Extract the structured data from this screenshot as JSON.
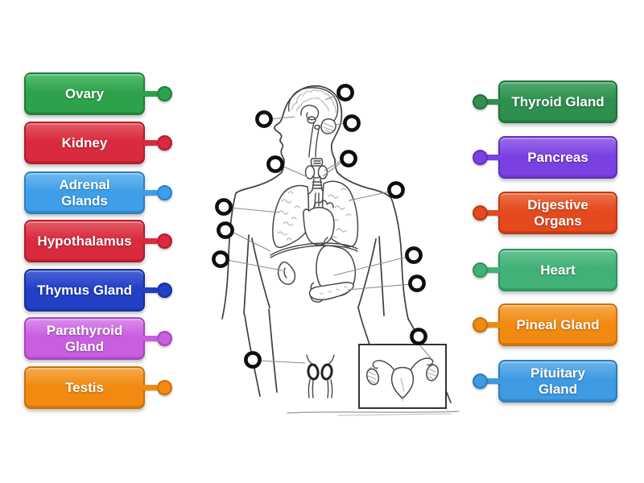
{
  "page": {
    "background": "#ffffff"
  },
  "labels": {
    "left": [
      {
        "text": "Ovary",
        "base": "#2EA24B",
        "light": "#55BE70",
        "dark": "#1E7F3B"
      },
      {
        "text": "Kidney",
        "base": "#D92A3E",
        "light": "#E25B63",
        "dark": "#B21D30"
      },
      {
        "text": "Adrenal\nGlands",
        "base": "#3E9FE8",
        "light": "#6FB9F0",
        "dark": "#2C7FC6"
      },
      {
        "text": "Hypothalamus",
        "base": "#D92A3E",
        "light": "#E25B63",
        "dark": "#B21D30"
      },
      {
        "text": "Thymus Gland",
        "base": "#2140C4",
        "light": "#4B63D6",
        "dark": "#1730A2"
      },
      {
        "text": "Parathyroid\nGland",
        "base": "#C95EE0",
        "light": "#DA8BEA",
        "dark": "#A844C2"
      },
      {
        "text": "Testis",
        "base": "#F28A12",
        "light": "#F7A94C",
        "dark": "#CC7008"
      }
    ],
    "right": [
      {
        "text": "Thyroid Gland",
        "base": "#2E8F4F",
        "light": "#4FA96D",
        "dark": "#20713C"
      },
      {
        "text": "Pancreas",
        "base": "#7B40E2",
        "light": "#9A6CEB",
        "dark": "#6130BE"
      },
      {
        "text": "Digestive\nOrgans",
        "base": "#E44A1D",
        "light": "#EC7148",
        "dark": "#BE3A12"
      },
      {
        "text": "Heart",
        "base": "#41B177",
        "light": "#67C393",
        "dark": "#2F945F"
      },
      {
        "text": "Pineal Gland",
        "base": "#F28A12",
        "light": "#F7A94C",
        "dark": "#CC7008"
      },
      {
        "text": "Pituitary\nGland",
        "base": "#3E9AE2",
        "light": "#6DB4EA",
        "dark": "#2B7DC0"
      }
    ]
  }
}
